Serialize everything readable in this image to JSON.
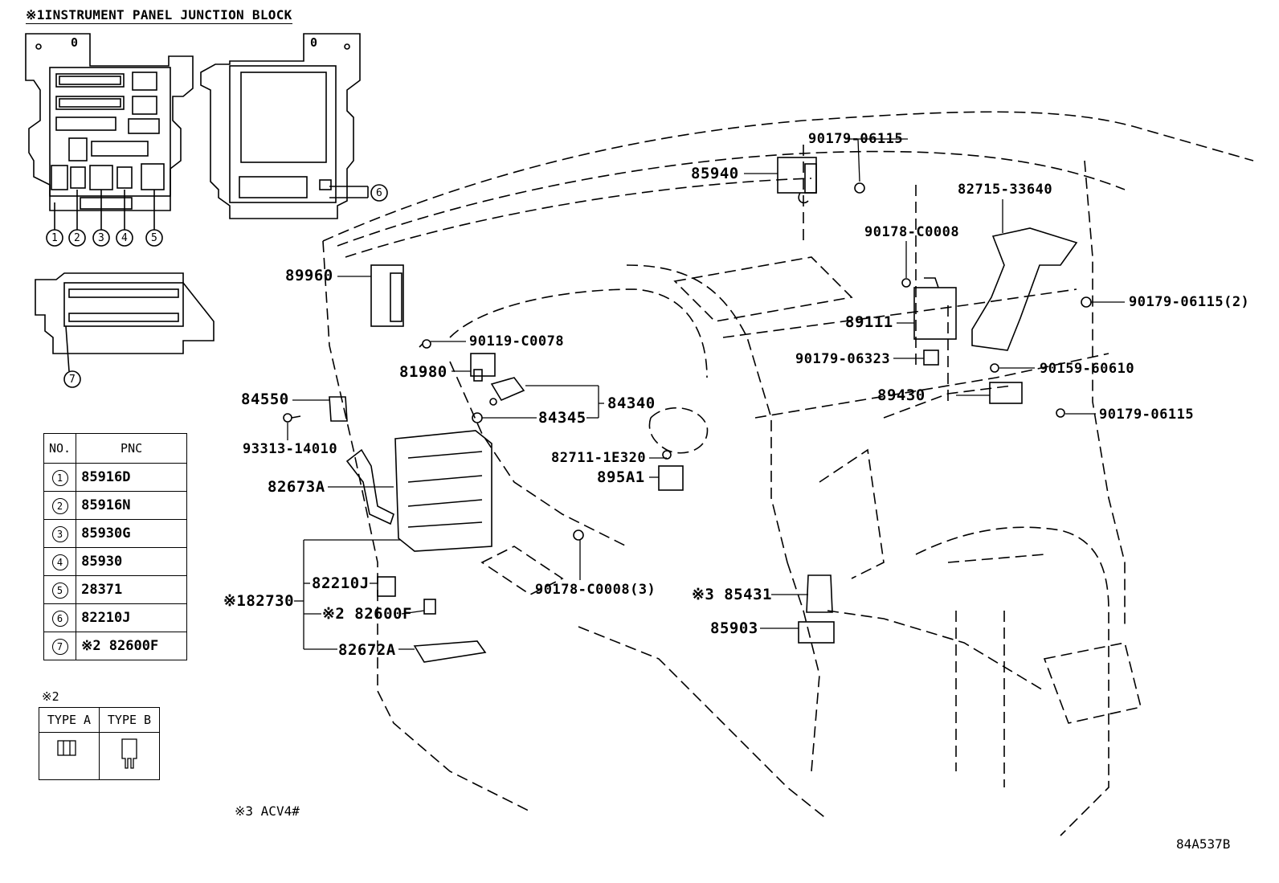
{
  "header": {
    "title": "※1INSTRUMENT PANEL JUNCTION BLOCK"
  },
  "junction_block": {
    "callouts": [
      "1",
      "2",
      "3",
      "4",
      "5",
      "6",
      "7"
    ],
    "mount_marks": [
      "0",
      "0"
    ]
  },
  "pnc_table": {
    "headers": [
      "NO.",
      "PNC"
    ],
    "rows": [
      {
        "no": "1",
        "pnc": "85916D"
      },
      {
        "no": "2",
        "pnc": "85916N"
      },
      {
        "no": "3",
        "pnc": "85930G"
      },
      {
        "no": "4",
        "pnc": "85930"
      },
      {
        "no": "5",
        "pnc": "28371"
      },
      {
        "no": "6",
        "pnc": "82210J"
      },
      {
        "no": "7",
        "pnc": "※2 82600F"
      }
    ]
  },
  "type_table": {
    "note_mark": "※2",
    "headers": [
      "TYPE A",
      "TYPE B"
    ]
  },
  "notes": {
    "note3": "※3  ACV4#",
    "figure_code": "84A537B"
  },
  "parts": {
    "p90179_06115_top": "90179-06115",
    "p85940": "85940",
    "p82715_33640": "82715-33640",
    "p90178_C0008": "90178-C0008",
    "p89960": "89960",
    "p90179_06115_2": "90179-06115(2)",
    "p89111": "89111",
    "p90119_C0078": "90119-C0078",
    "p90179_06323": "90179-06323",
    "p81980": "81980",
    "p90159_60610": "90159-60610",
    "p84550": "84550",
    "p84340": "84340",
    "p89430": "89430",
    "p84345": "84345",
    "p90179_06115_r": "90179-06115",
    "p93313_14010": "93313-14010",
    "p82711_1E320": "82711-1E320",
    "p895A1": "895A1",
    "p82673A": "82673A",
    "p82210J": "82210J",
    "p90178_C0008_3": "90178-C0008(3)",
    "p82730": "※182730",
    "p82600F": "※2 82600F",
    "p85431": "※3 85431",
    "p85903": "85903",
    "p82672A": "82672A"
  }
}
